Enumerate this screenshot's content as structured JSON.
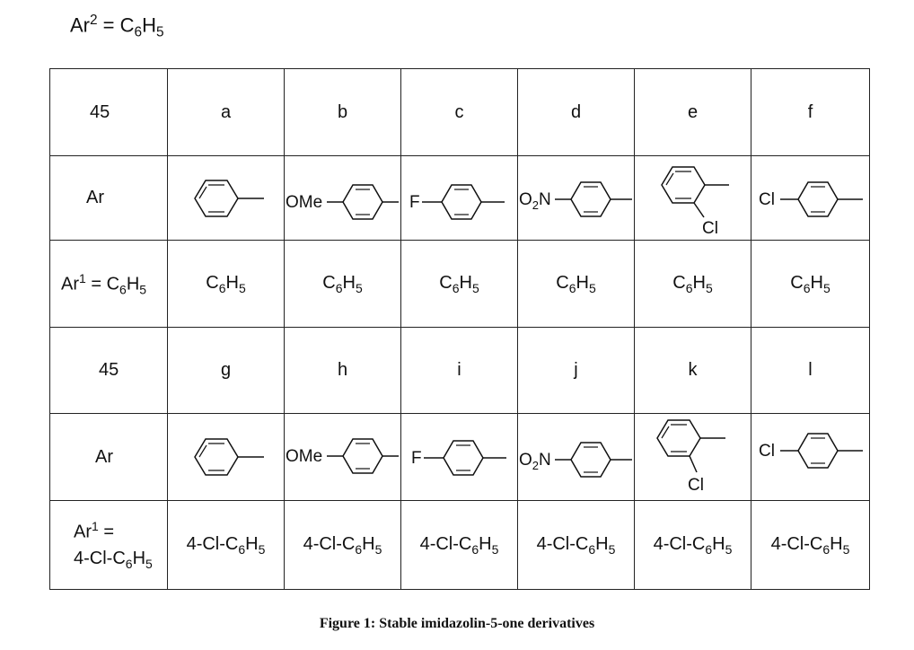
{
  "header": {
    "prefix": "Ar",
    "prefix_sup": "2",
    "equals": " = C",
    "sub1": "6",
    "mid": "H",
    "sub2": "5"
  },
  "table": {
    "row1": {
      "label": "45",
      "letters": [
        "a",
        "b",
        "c",
        "d",
        "e",
        "f"
      ]
    },
    "row2": {
      "label": "Ar",
      "substituents": [
        "",
        "OMe",
        "F",
        "O2N",
        "Cl",
        "Cl"
      ]
    },
    "row3": {
      "label_ar": "Ar",
      "label_sup": "1",
      "label_eq": " = C",
      "label_sub1": "6",
      "label_h": "H",
      "label_sub2": "5",
      "cell_c": "C",
      "cell_sub1": "6",
      "cell_h": "H",
      "cell_sub2": "5"
    },
    "row4": {
      "label": "45",
      "letters": [
        "g",
        "h",
        "i",
        "j",
        "k",
        "l"
      ]
    },
    "row5": {
      "label": "Ar"
    },
    "row6": {
      "label_line1_ar": "Ar",
      "label_line1_sup": "1",
      "label_line1_eq": " =",
      "cell_prefix": "4-Cl-C",
      "cell_sub1": "6",
      "cell_h": "H",
      "cell_sub2": "5"
    }
  },
  "caption": "Figure 1: Stable imidazolin-5-one derivatives"
}
